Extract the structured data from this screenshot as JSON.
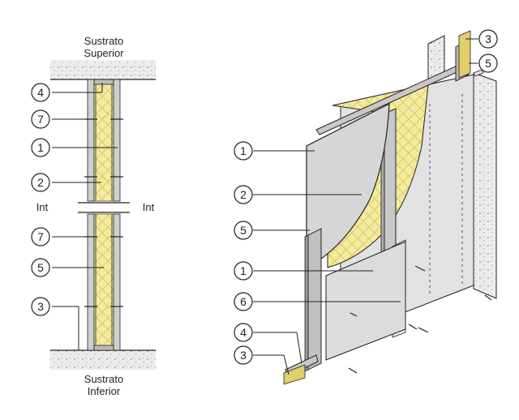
{
  "section": {
    "top_label_line1": "Sustrato",
    "top_label_line2": "Superior",
    "bottom_label_line1": "Sustrato",
    "bottom_label_line2": "Inferior",
    "int_left": "Int",
    "int_right": "Int",
    "callouts": [
      "4",
      "7",
      "1",
      "2",
      "7",
      "5",
      "3"
    ]
  },
  "isometric": {
    "callouts": [
      "3",
      "5",
      "1",
      "2",
      "5",
      "1",
      "6",
      "4",
      "3"
    ]
  },
  "colors": {
    "insulation": "#f3eba0",
    "insulation_line": "#d9c24c",
    "board": "#dcdcdc",
    "board_edge": "#9a9a9a",
    "stud": "#bdbdbd",
    "concrete": "#e6e6e6",
    "line": "#222222"
  }
}
